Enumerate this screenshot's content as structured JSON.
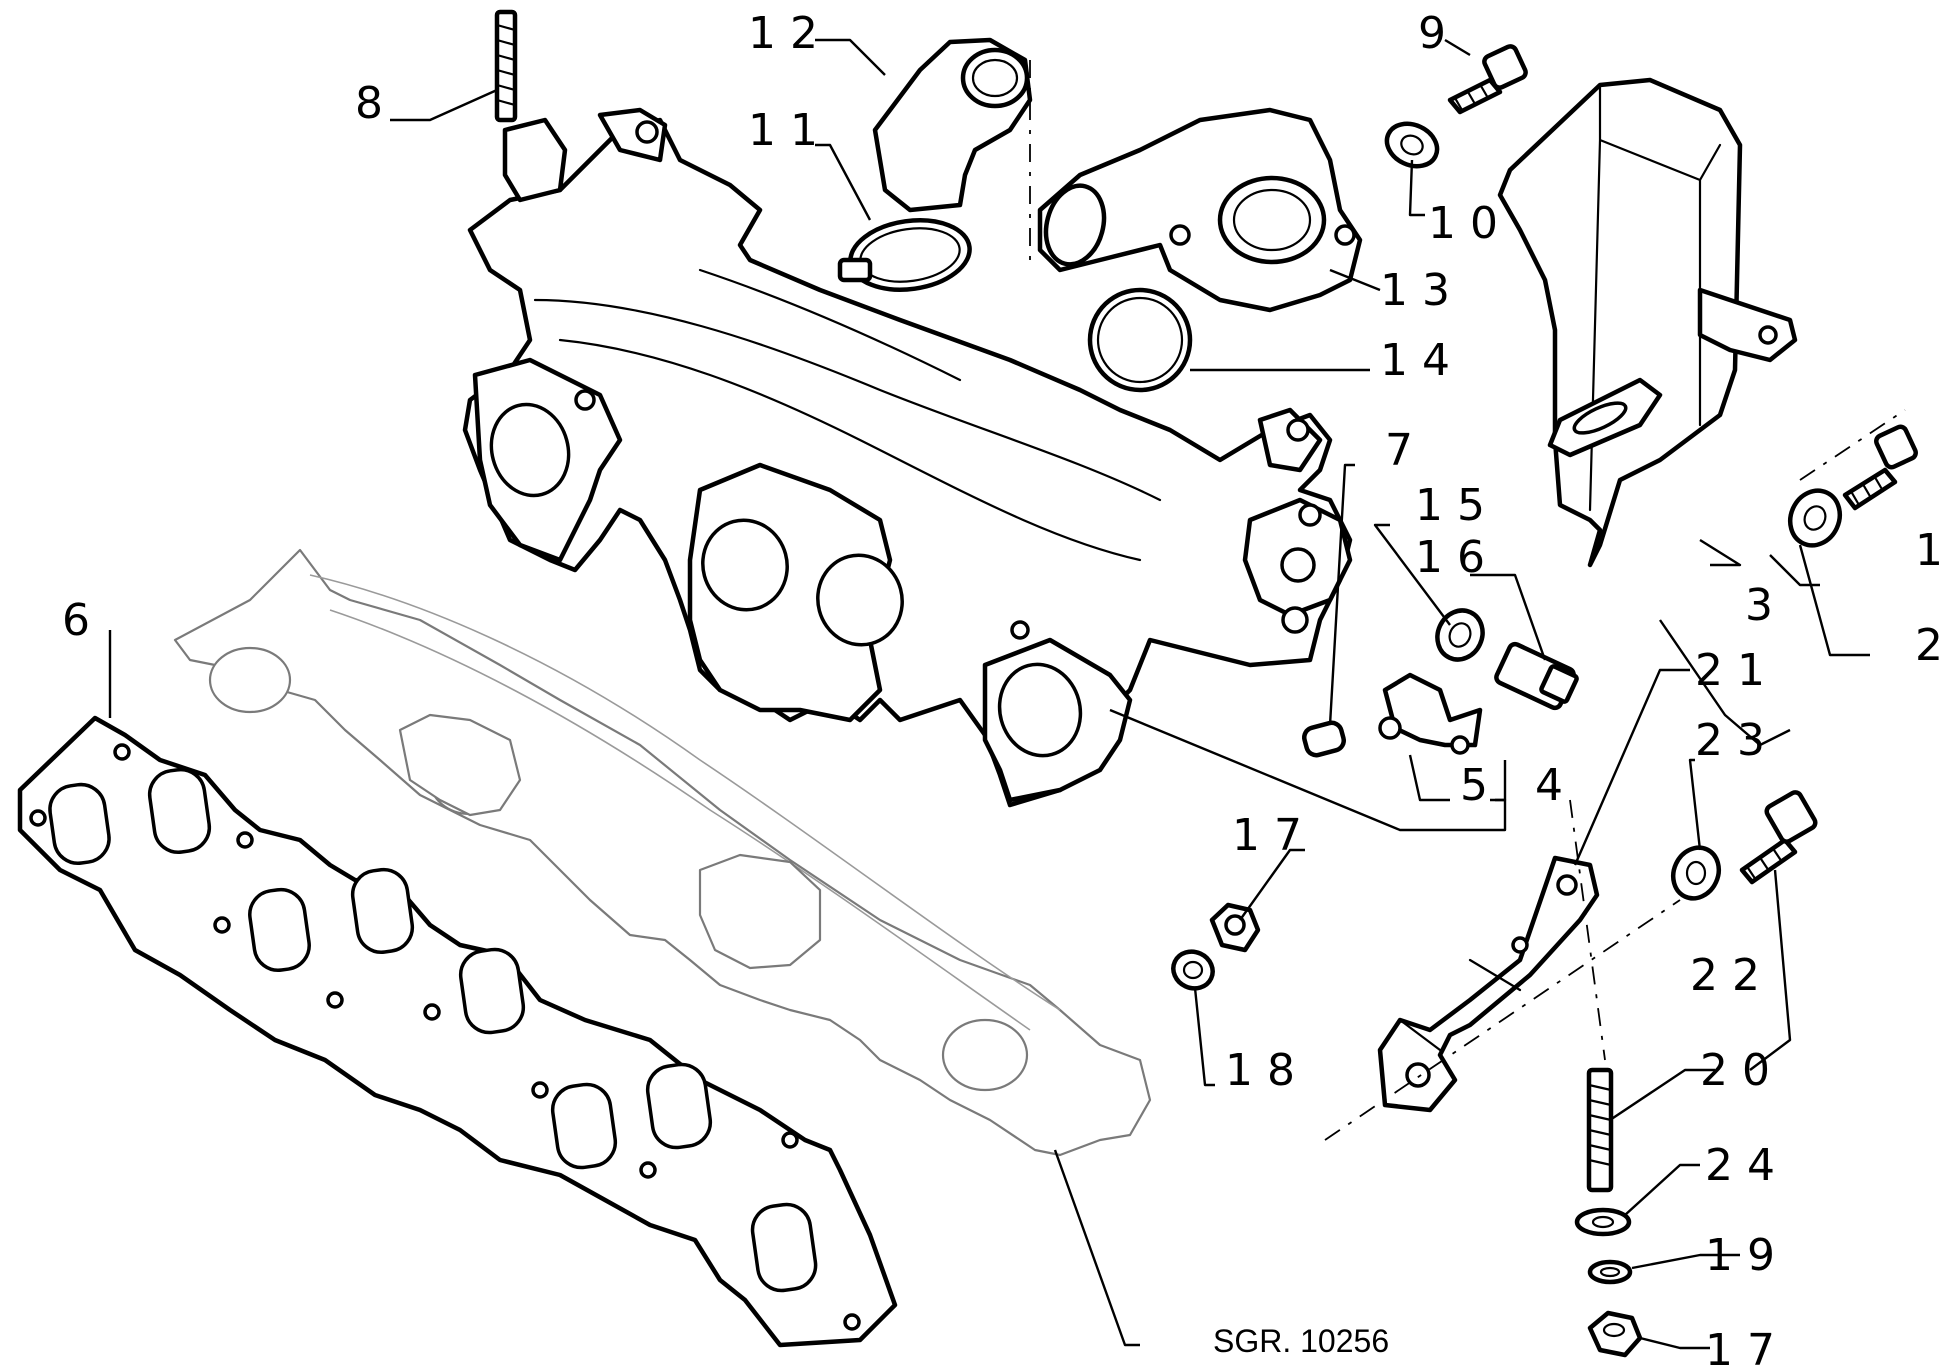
{
  "figure": {
    "reference": "SGR. 10256",
    "callouts": {
      "p1": "1",
      "p2": "2",
      "p3": "3",
      "p4": "4",
      "p5": "5",
      "p6": "6",
      "p7": "7",
      "p8": "8",
      "p9": "9",
      "p10": "10",
      "p11": "11",
      "p12": "12",
      "p13": "13",
      "p14": "14",
      "p15": "15",
      "p16": "16",
      "p17a": "17",
      "p17b": "17",
      "p18": "18",
      "p19": "19",
      "p20": "20",
      "p21": "21",
      "p22": "22",
      "p23": "23",
      "p24": "24"
    }
  }
}
